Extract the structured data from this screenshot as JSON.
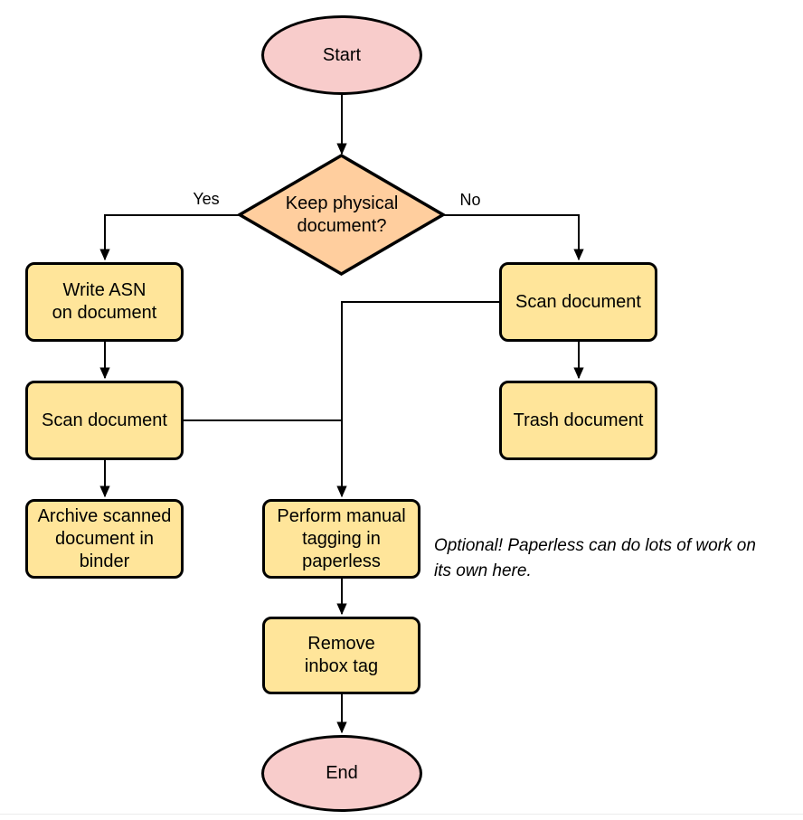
{
  "colors": {
    "terminal-fill": "#f8cccb",
    "decision-fill": "#ffce9e",
    "process-fill": "#ffe59a",
    "stroke": "#000000",
    "note-color": "#000000"
  },
  "nodes": {
    "start": {
      "label": "Start"
    },
    "decision": {
      "label": "Keep physical\ndocument?"
    },
    "write_asn": {
      "label": "Write ASN\non document"
    },
    "scan_left": {
      "label": "Scan document"
    },
    "archive": {
      "label": "Archive scanned\ndocument in\nbinder"
    },
    "scan_right": {
      "label": "Scan document"
    },
    "trash": {
      "label": "Trash document"
    },
    "tagging": {
      "label": "Perform manual\ntagging in\npaperless"
    },
    "remove_inbox": {
      "label": "Remove\ninbox tag"
    },
    "end": {
      "label": "End"
    }
  },
  "edge_labels": {
    "yes": "Yes",
    "no": "No"
  },
  "note": "Optional! Paperless can do lots of work on\nits own here."
}
